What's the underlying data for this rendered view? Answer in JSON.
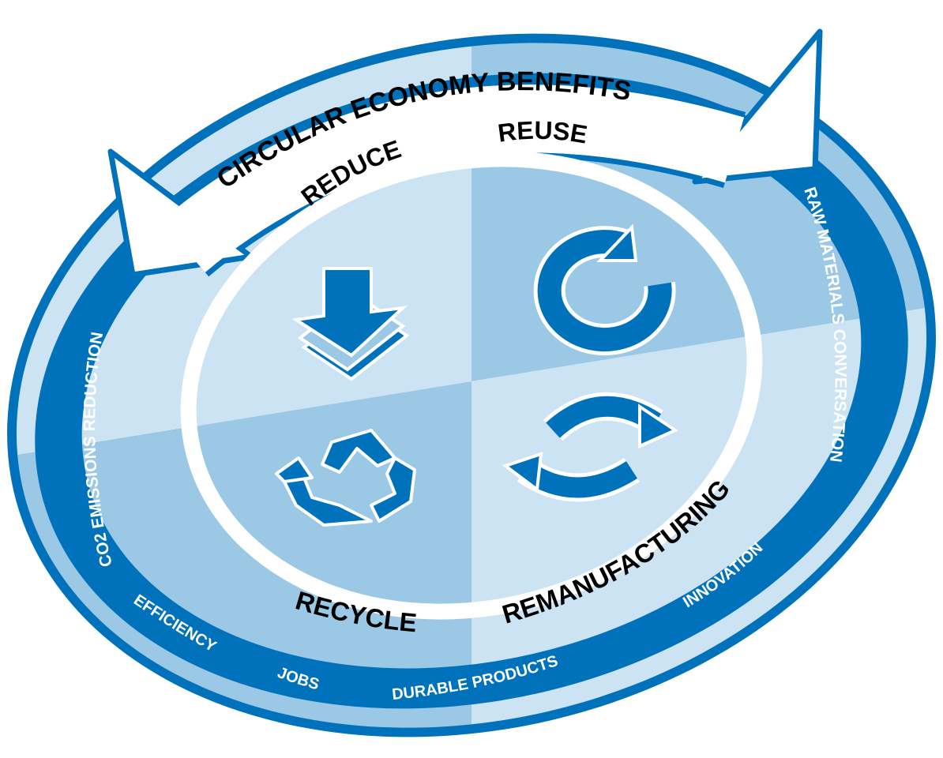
{
  "title": "CIRCULAR ECONOMY BENEFITS",
  "quadrants": {
    "reduce": "REDUCE",
    "reuse": "REUSE",
    "recycle": "RECYCLE",
    "remanufacturing": "REMANUFACTURING"
  },
  "benefits": {
    "raw_materials": "RAW MATERIALS CONVERSATION",
    "co2": "CO2 EMISSIONS REDUCTION",
    "efficiency": "EFFICIENCY",
    "jobs": "JOBS",
    "durable": "DURABLE PRODUCTS",
    "innovation": "INNOVATION"
  },
  "icons": [
    "down-arrow-icon",
    "reuse-arrow-icon",
    "recycle-icon",
    "remanufacture-arrows-icon"
  ],
  "colors": {
    "dark_blue": "#0072bc",
    "mid_blue": "#9bc9e5",
    "light_blue": "#cbe3f2",
    "white": "#ffffff"
  }
}
